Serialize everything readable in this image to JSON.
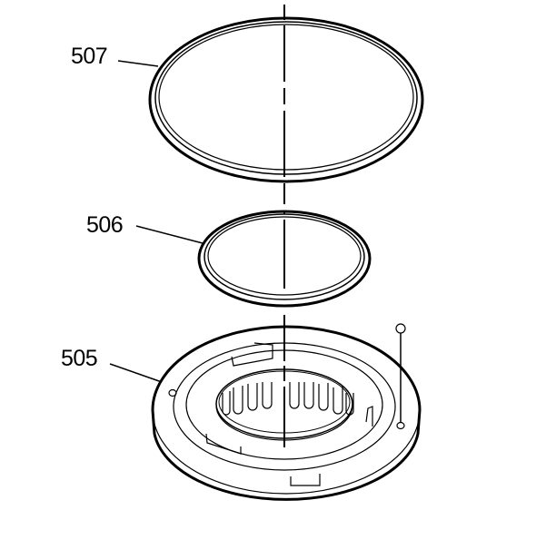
{
  "diagram": {
    "type": "exploded-view",
    "colors": {
      "line": "#000000",
      "background": "#ffffff"
    },
    "callouts": [
      {
        "id": "507",
        "label": "507",
        "part": "large-seal-ring"
      },
      {
        "id": "506",
        "label": "506",
        "part": "small-seal-ring"
      },
      {
        "id": "505",
        "label": "505",
        "part": "splined-piston-housing"
      }
    ]
  }
}
